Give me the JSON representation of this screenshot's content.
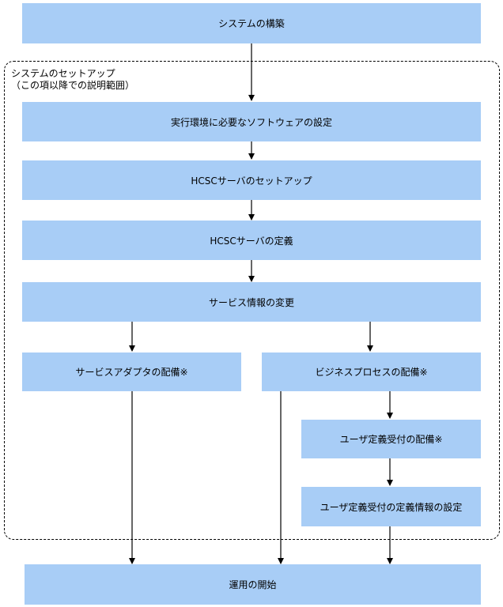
{
  "diagram": {
    "region_label_line1": "システムのセットアップ",
    "region_label_line2": "（この項以降での説明範囲）",
    "nodes": {
      "build_system": "システムの構築",
      "software_setup": "実行環境に必要なソフトウェアの設定",
      "hcsc_setup": "HCSCサーバのセットアップ",
      "hcsc_define": "HCSCサーバの定義",
      "service_change": "サービス情報の変更",
      "adapter_deploy": "サービスアダプタの配備※",
      "bp_deploy": "ビジネスプロセスの配備※",
      "user_def_deploy": "ユーザ定義受付の配備※",
      "user_def_info": "ユーザ定義受付の定義情報の設定",
      "operation_start": "運用の開始"
    }
  }
}
